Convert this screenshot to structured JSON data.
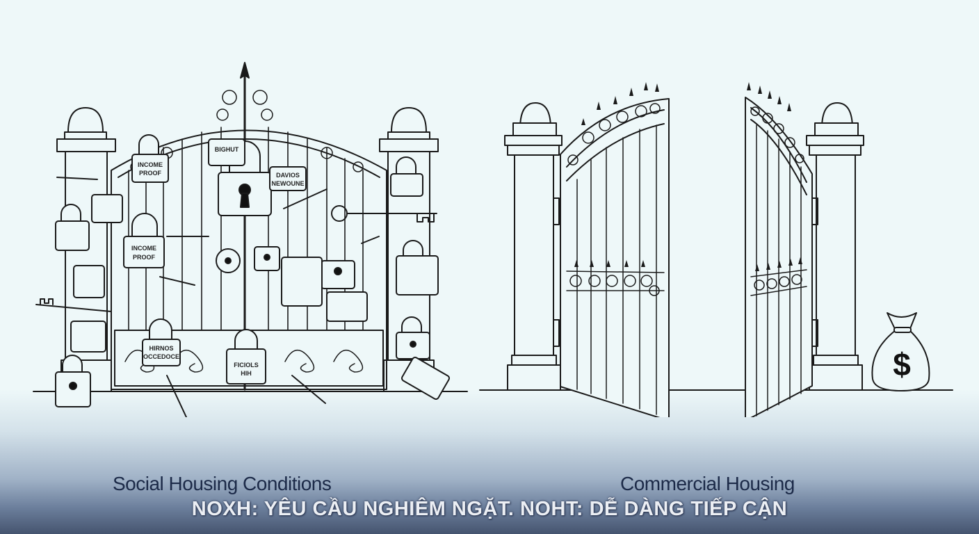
{
  "illustration": {
    "left_panel": {
      "subject": "closed ornate gate covered with padlocks and keys",
      "lock_labels": [
        "INCOME PROOF",
        "INCOME PROOF",
        "DAVIOS NEWOUNE",
        "BIGHUT",
        "HIRNOS OCCEDOCE",
        "FICIOLS HIH"
      ],
      "icons": [
        "padlock-icon",
        "key-icon",
        "keyhole-icon"
      ]
    },
    "right_panel": {
      "subject": "wide open gate with money bag",
      "money_symbol": "$",
      "icons": [
        "open-gate-icon",
        "money-bag-icon"
      ]
    }
  },
  "captions": {
    "left": "Social Housing Conditions",
    "right": "Commercial Housing"
  },
  "title": "NOXH: YÊU CẦU NGHIÊM NGẶT. NOHT: DỄ DÀNG TIẾP CẬN",
  "colors": {
    "background_top": "#eef8f9",
    "background_bottom": "#45546f",
    "caption_text": "#1c2a48",
    "title_text": "#eceff4",
    "line_art": "#1a1a1a"
  }
}
